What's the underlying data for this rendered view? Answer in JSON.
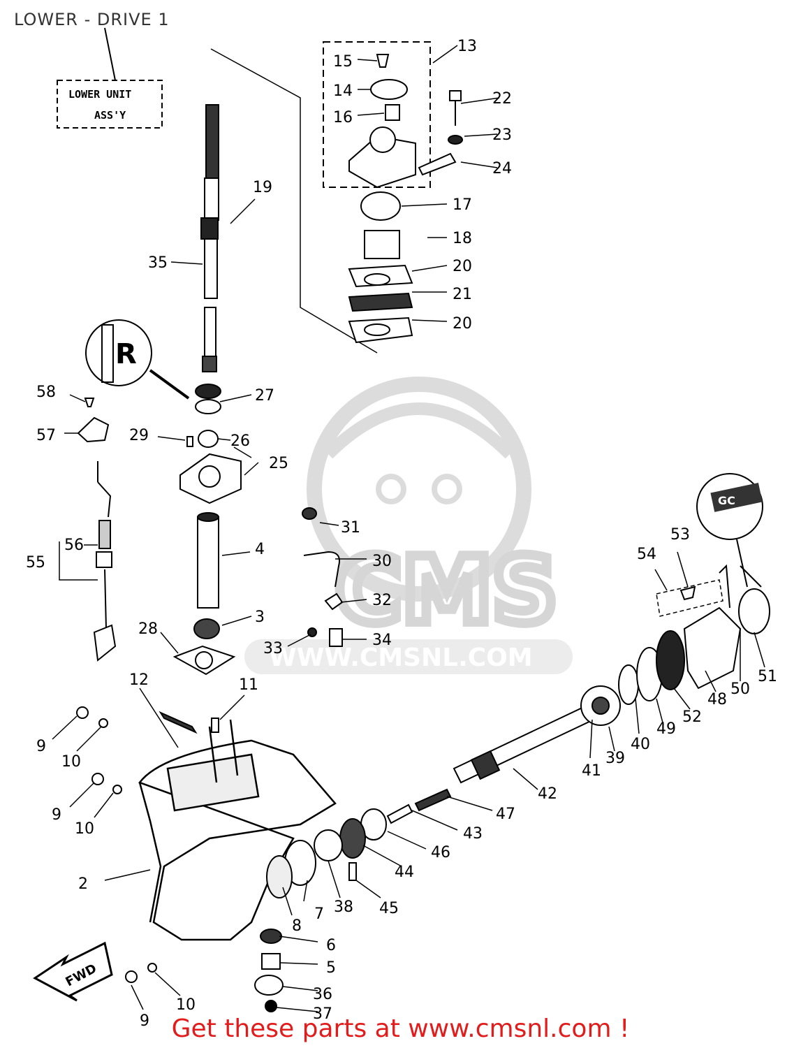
{
  "title": "LOWER - DRIVE 1",
  "footer": "Get these parts at www.cmsnl.com !",
  "watermark": {
    "brand": "CMS",
    "url": "WWW.CMSNL.COM"
  },
  "assembly_box": {
    "line1": "LOWER UNIT",
    "line2": "ASS'Y"
  },
  "callouts": {
    "n2": "2",
    "n3": "3",
    "n4": "4",
    "n5": "5",
    "n6": "6",
    "n7": "7",
    "n8": "8",
    "n9a": "9",
    "n9b": "9",
    "n9c": "9",
    "n10a": "10",
    "n10b": "10",
    "n10c": "10",
    "n11": "11",
    "n12": "12",
    "n13": "13",
    "n14": "14",
    "n15": "15",
    "n16": "16",
    "n17": "17",
    "n18": "18",
    "n19": "19",
    "n20a": "20",
    "n20b": "20",
    "n21": "21",
    "n22": "22",
    "n23": "23",
    "n24": "24",
    "n25": "25",
    "n26": "26",
    "n27": "27",
    "n28": "28",
    "n29": "29",
    "n30": "30",
    "n31": "31",
    "n32": "32",
    "n33": "33",
    "n34": "34",
    "n35": "35",
    "n36": "36",
    "n37": "37",
    "n38": "38",
    "n39": "39",
    "n40": "40",
    "n41": "41",
    "n42": "42",
    "n43": "43",
    "n44": "44",
    "n45": "45",
    "n46": "46",
    "n47": "47",
    "n48": "48",
    "n49": "49",
    "n50": "50",
    "n51": "51",
    "n52": "52",
    "n53": "53",
    "n54": "54",
    "n55": "55",
    "n56": "56",
    "n57": "57",
    "n58": "58"
  },
  "markers": {
    "r_letter": "R",
    "fwd": "FWD",
    "gc": "GC"
  },
  "colors": {
    "ink": "#000000",
    "footer": "#e21b1b",
    "watermark": "#d6d6d6"
  }
}
